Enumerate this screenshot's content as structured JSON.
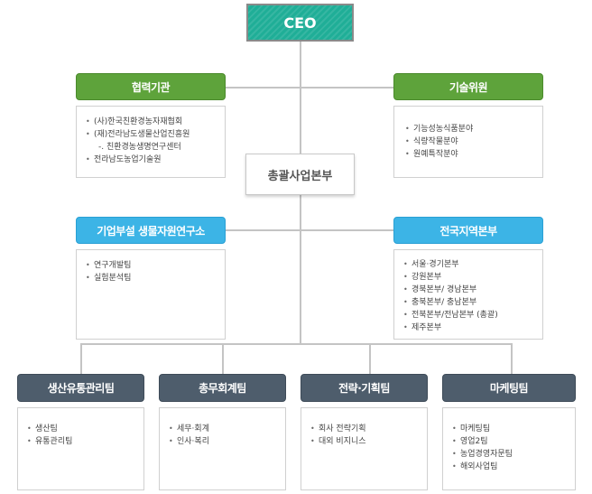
{
  "ceo": "CEO",
  "center": "총괄사업본부",
  "upper_left": {
    "title": "협력기관",
    "items": [
      {
        "text": "(사)한국친환경농자재협회",
        "sub": false
      },
      {
        "text": "(재)전라남도생물산업진흥원",
        "sub": false
      },
      {
        "text": "-. 친환경농생명연구센터",
        "sub": true
      },
      {
        "text": "전라남도농업기술원",
        "sub": false
      }
    ]
  },
  "upper_right": {
    "title": "기술위원",
    "items": [
      {
        "text": "기능성농식품분야",
        "sub": false
      },
      {
        "text": "식량작물분야",
        "sub": false
      },
      {
        "text": "원예특작분야",
        "sub": false
      }
    ]
  },
  "mid_left": {
    "title": "기업부설 생물자원연구소",
    "items": [
      {
        "text": "연구개발팀",
        "sub": false
      },
      {
        "text": "실험분석팀",
        "sub": false
      }
    ]
  },
  "mid_right": {
    "title": "전국지역본부",
    "items": [
      {
        "text": "서울·경기본부",
        "sub": false
      },
      {
        "text": "강원본부",
        "sub": false
      },
      {
        "text": "경북본부/ 경남본부",
        "sub": false
      },
      {
        "text": "충북본부/ 충남본부",
        "sub": false
      },
      {
        "text": "전북본부/전남본부 (총괄)",
        "sub": false
      },
      {
        "text": "제주본부",
        "sub": false
      }
    ]
  },
  "teams": [
    {
      "title": "생산유통관리팀",
      "items": [
        "생산팀",
        "유통관리팀"
      ]
    },
    {
      "title": "총무회계팀",
      "items": [
        "세무·회계",
        "인사·복리"
      ]
    },
    {
      "title": "전략·기획팀",
      "items": [
        "회사 전략기획",
        "대외 비지니스"
      ]
    },
    {
      "title": "마케팅팀",
      "items": [
        "마케팅팀",
        "영업2팀",
        "농업경영자문팀",
        "해외사업팀"
      ]
    }
  ]
}
